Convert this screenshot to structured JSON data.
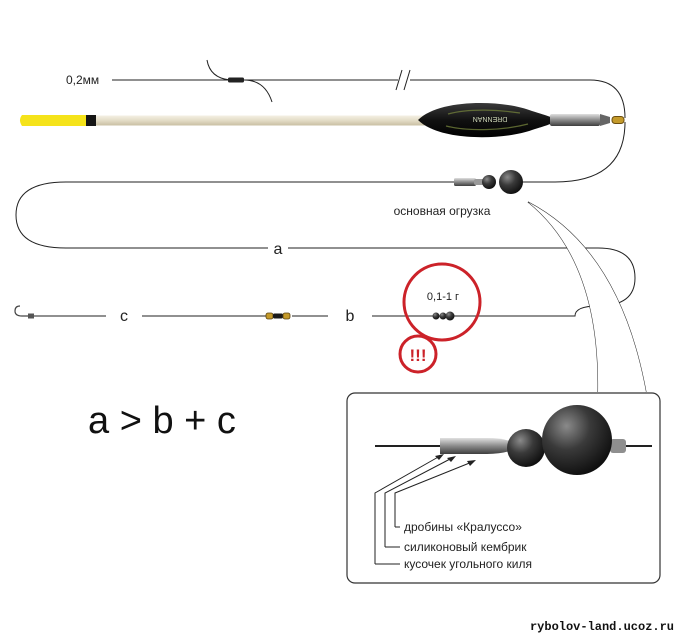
{
  "labels": {
    "line_diameter": "0,2мм",
    "main_weight": "основная огрузка",
    "segment_a": "a",
    "segment_b": "b",
    "segment_c": "c",
    "shot_weight": "0,1-1 г",
    "warning": "!!!",
    "formula": "a > b + c",
    "float_brand": "DRENNAN"
  },
  "detail": {
    "shot_label": "дробины «Кралуссо»",
    "tube_label": "силиконовый кембрик",
    "keel_label": "кусочек угольного киля"
  },
  "watermark": "rybolov-land.ucoz.ru",
  "colors": {
    "line": "#222222",
    "float_tip": "#f5e31a",
    "float_body": "#e8e2cf",
    "float_bulb": "#1a1a1a",
    "warning_red": "#cc2229",
    "sinker": "#2a2a2a"
  }
}
